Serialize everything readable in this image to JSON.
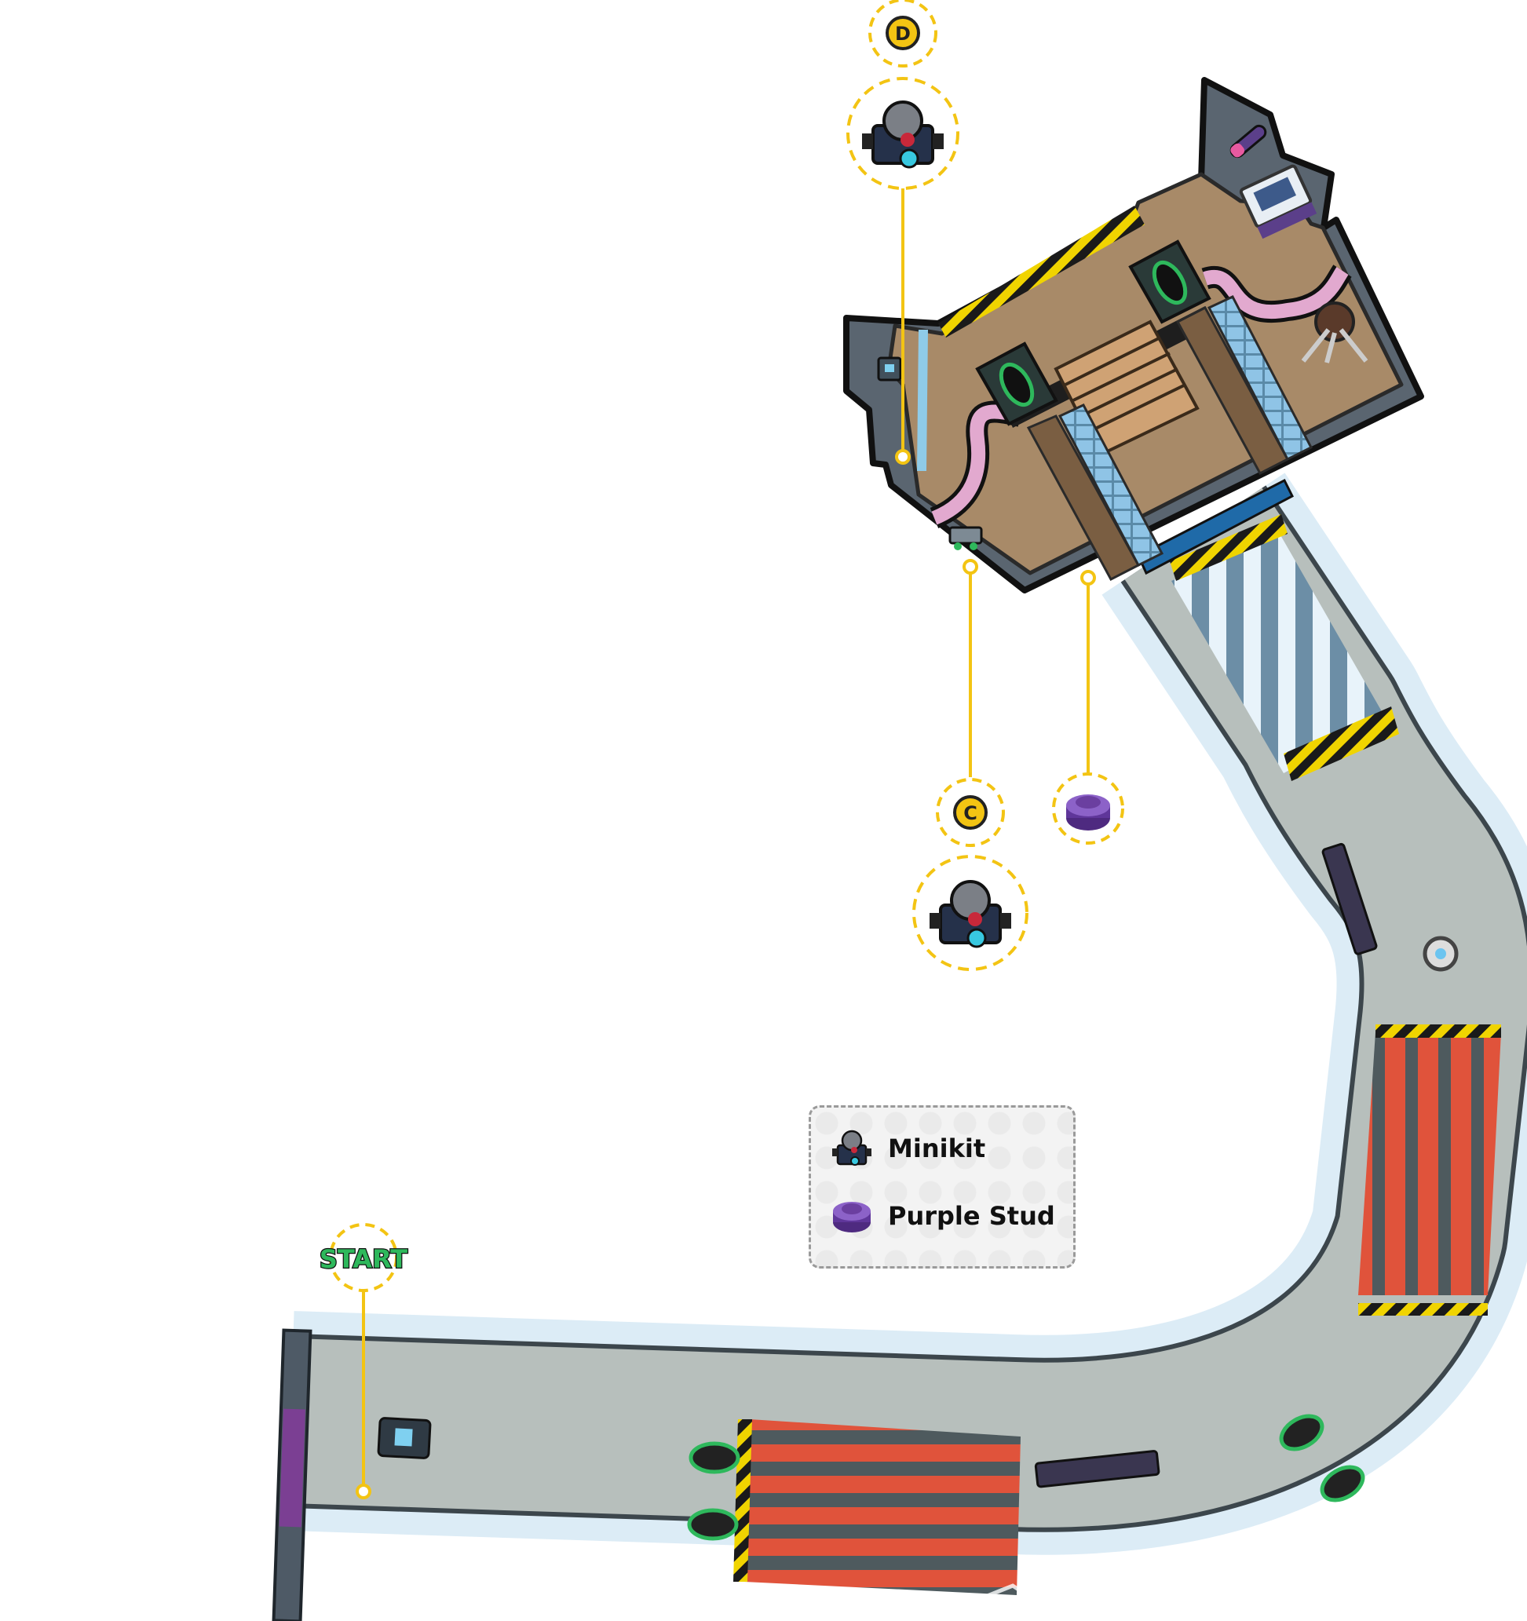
{
  "map": {
    "markers": {
      "start": "START",
      "letter_d": "D",
      "letter_c": "C"
    },
    "legend": {
      "minikit_label": "Minikit",
      "purple_stud_label": "Purple Stud"
    },
    "icons": [
      "minikit-icon",
      "purple-stud-icon",
      "vehicle-icon",
      "computer-console-icon",
      "spider-droid-icon"
    ],
    "colors": {
      "floor": "#a88a68",
      "wall": "#5a6570",
      "road": "#b7bfbc",
      "road_glow": "#dcecf6",
      "marker_line": "#f3c413",
      "hazard_yellow": "#f0d400",
      "red_stripe": "#e0533b",
      "purple_stud": "#6b3fa0",
      "start_green": "#2eb85c"
    }
  }
}
